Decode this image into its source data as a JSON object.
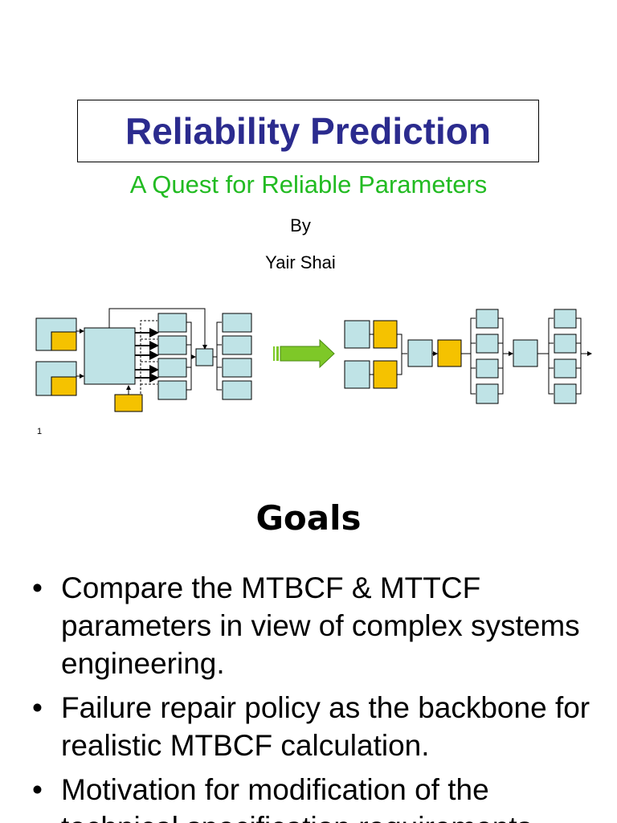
{
  "slide1": {
    "title": "Reliability Prediction",
    "subtitle": "A Quest for Reliable Parameters",
    "by_label": "By",
    "author": "Yair Shai",
    "page_number": "1"
  },
  "slide2": {
    "title": "Goals",
    "bullet_glyph": "•",
    "bullets": [
      "Compare the MTBCF & MTTCF parameters in view of complex systems engineering.",
      "Failure repair policy as the backbone for realistic MTBCF calculation.",
      "Motivation for modification of the technical specification requirements."
    ]
  },
  "colors": {
    "title": "#2b2b8e",
    "subtitle": "#22bb22",
    "block_fill": "#bfe3e6",
    "accent_fill": "#f5c200",
    "arrow_fill": "#7ec828"
  }
}
